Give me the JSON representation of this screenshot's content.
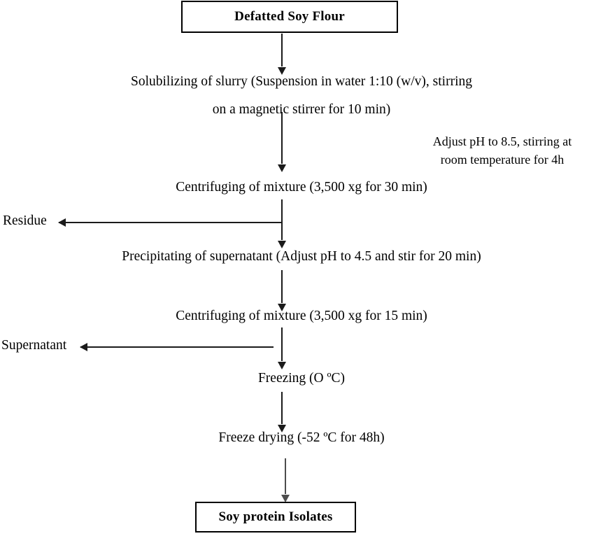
{
  "diagram": {
    "title": "Soy protein isolate preparation flowchart",
    "line_color": "#1b1b1b",
    "background_color": "#ffffff"
  },
  "nodes": {
    "start": {
      "label": "Defatted Soy Flour"
    },
    "end": {
      "label": "Soy protein Isolates"
    }
  },
  "steps": [
    {
      "id": "solubilizing_line1",
      "text": "Solubilizing of slurry (Suspension in water 1:10 (w/v), stirring"
    },
    {
      "id": "solubilizing_line2",
      "text": "on a magnetic stirrer for 10 min)"
    },
    {
      "id": "centrifuge_1",
      "text": "Centrifuging of mixture (3,500 xg for 30 min)"
    },
    {
      "id": "precipitating",
      "text": "Precipitating of supernatant (Adjust pH to 4.5 and stir for 20 min)"
    },
    {
      "id": "centrifuge_2",
      "text": "Centrifuging of mixture (3,500 xg for 15 min)"
    },
    {
      "id": "freezing",
      "text": "Freezing (O ºC)"
    },
    {
      "id": "freeze_drying",
      "text": "Freeze drying (-52 ºC for 48h)"
    }
  ],
  "notes": {
    "ph_adjust_line1": "Adjust pH to 8.5, stirring at",
    "ph_adjust_line2": "room temperature for 4h"
  },
  "branches": [
    {
      "id": "residue",
      "label": "Residue",
      "direction": "left"
    },
    {
      "id": "supernatant",
      "label": "Supernatant",
      "direction": "left"
    }
  ]
}
